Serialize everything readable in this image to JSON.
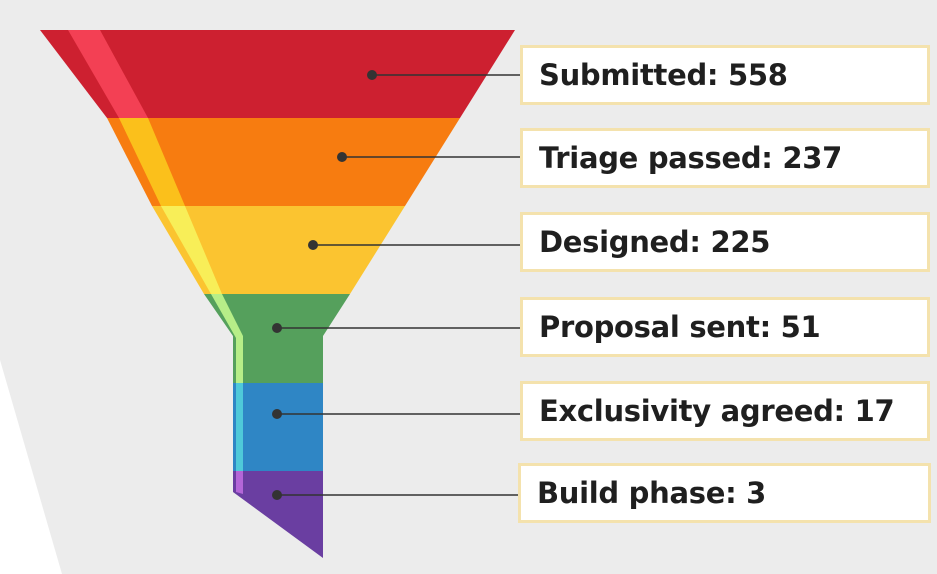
{
  "funnel": {
    "stages": [
      {
        "name": "Submitted",
        "value": 558,
        "label": "Submitted: 558",
        "color": "#cd2030",
        "highlight": "#f34054"
      },
      {
        "name": "Triage passed",
        "value": 237,
        "label": "Triage passed: 237",
        "color": "#f77c10",
        "highlight": "#fbc01b"
      },
      {
        "name": "Designed",
        "value": 225,
        "label": "Designed: 225",
        "color": "#fbc430",
        "highlight": "#f8ee58"
      },
      {
        "name": "Proposal sent",
        "value": 51,
        "label": "Proposal sent: 51",
        "color": "#55a05c",
        "highlight": "#b7ee88"
      },
      {
        "name": "Exclusivity agreed",
        "value": 17,
        "label": "Exclusivity agreed: 17",
        "color": "#2f86c5",
        "highlight": "#4fc9d9"
      },
      {
        "name": "Build phase",
        "value": 3,
        "label": "Build phase: 3",
        "color": "#6a3ea1",
        "highlight": "#b466d8"
      }
    ]
  }
}
